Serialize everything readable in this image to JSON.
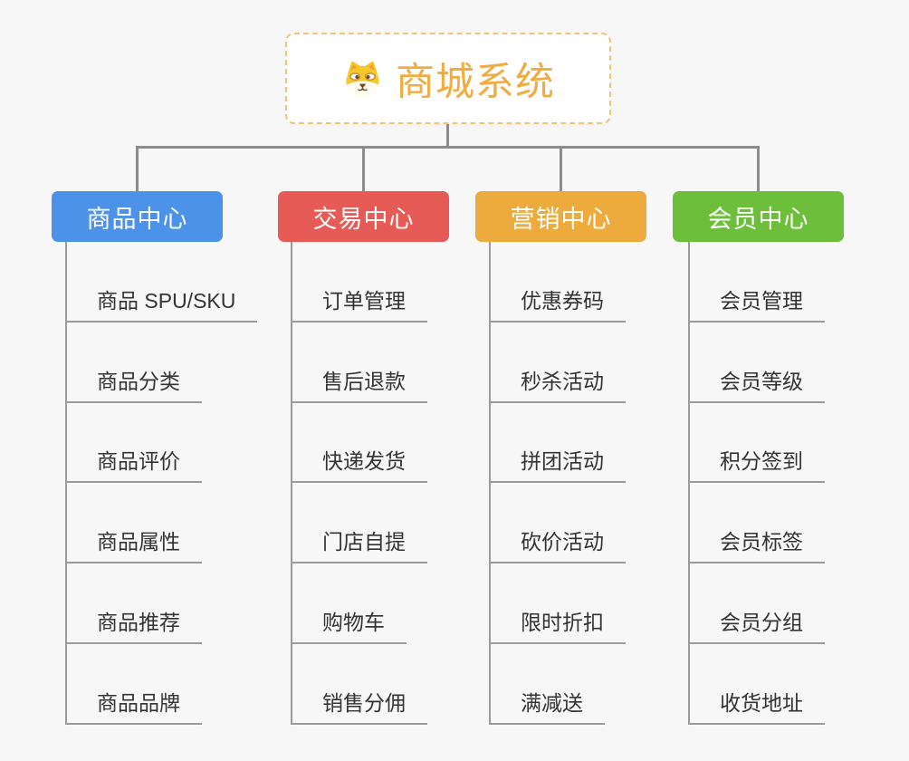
{
  "app": {
    "background_color": "#f7f7f7",
    "connector_color": "#8c8c8c",
    "child_line_color": "#9a9a9a"
  },
  "root": {
    "title": "商城系统",
    "icon": "shiba-dog-icon",
    "text_color": "#f2ab3e",
    "border_color": "#f3c272",
    "background_color": "#ffffff"
  },
  "branches": [
    {
      "label": "商品中心",
      "color": "#4b92e8",
      "items": [
        "商品 SPU/SKU",
        "商品分类",
        "商品评价",
        "商品属性",
        "商品推荐",
        "商品品牌"
      ]
    },
    {
      "label": "交易中心",
      "color": "#e65b55",
      "items": [
        "订单管理",
        "售后退款",
        "快递发货",
        "门店自提",
        "购物车",
        "销售分佣"
      ]
    },
    {
      "label": "营销中心",
      "color": "#ecab3c",
      "items": [
        "优惠券码",
        "秒杀活动",
        "拼团活动",
        "砍价活动",
        "限时折扣",
        "满减送"
      ]
    },
    {
      "label": "会员中心",
      "color": "#6dbe3b",
      "items": [
        "会员管理",
        "会员等级",
        "积分签到",
        "会员标签",
        "会员分组",
        "收货地址"
      ]
    }
  ]
}
